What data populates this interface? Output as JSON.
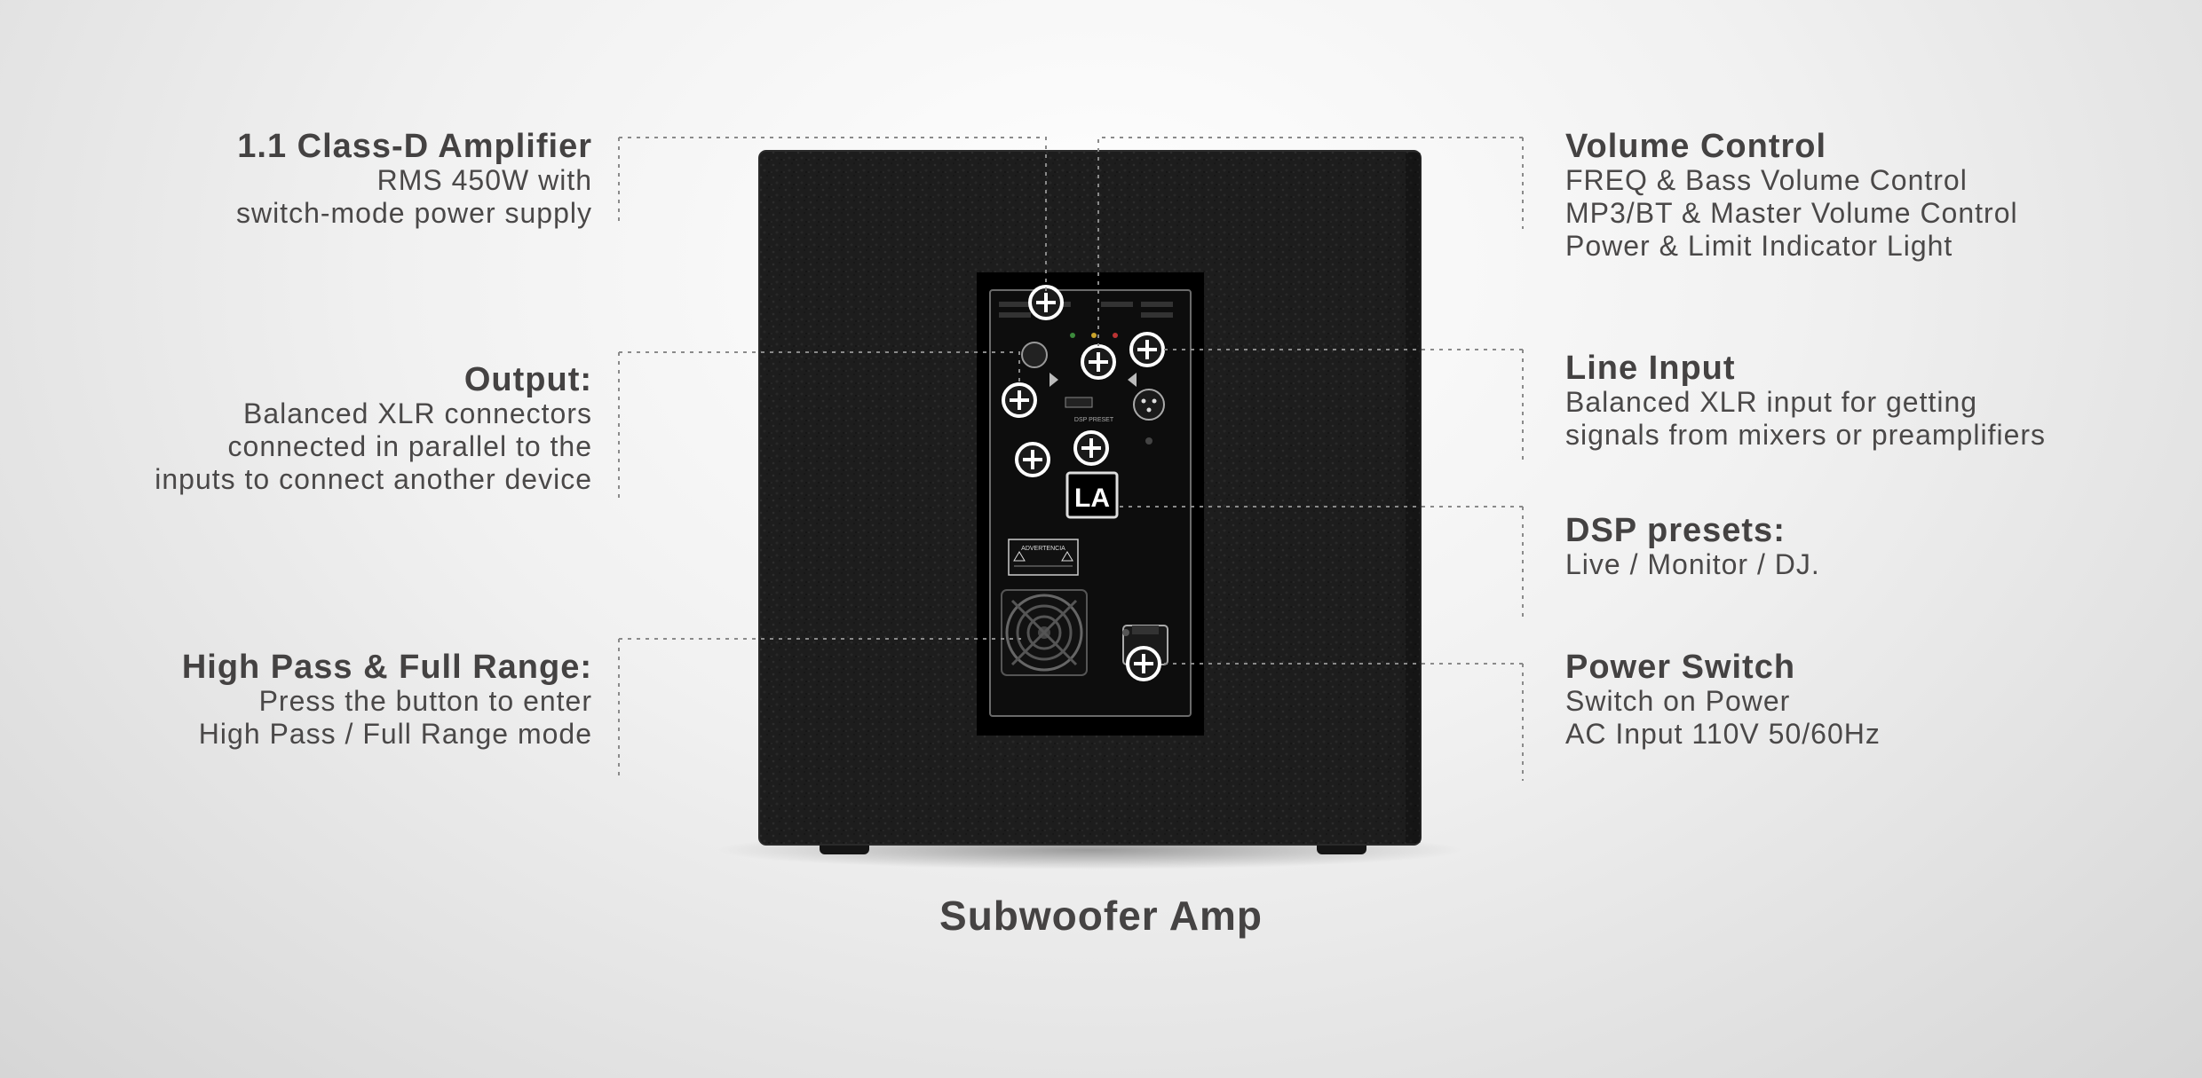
{
  "features_left": [
    {
      "title": "1.1 Class-D Amplifier",
      "lines": [
        "RMS 450W with",
        "switch-mode power supply"
      ]
    },
    {
      "title": "Output:",
      "lines": [
        "Balanced XLR connectors",
        "connected in parallel to the",
        "inputs to connect another device"
      ]
    },
    {
      "title": "High Pass & Full Range:",
      "lines": [
        "Press the button to enter",
        "High Pass / Full Range mode"
      ]
    }
  ],
  "features_right": [
    {
      "title": "Volume Control",
      "lines": [
        "FREQ & Bass Volume Control",
        "MP3/BT & Master Volume Control",
        "Power & Limit Indicator Light"
      ]
    },
    {
      "title": "Line Input",
      "lines": [
        "Balanced XLR input for getting",
        "signals from mixers or preamplifiers"
      ]
    },
    {
      "title": "DSP presets:",
      "lines": [
        "Live / Monitor / DJ."
      ]
    },
    {
      "title": "Power Switch",
      "lines": [
        "Switch on Power",
        "AC Input 110V 50/60Hz"
      ]
    }
  ],
  "caption": "Subwoofer Amp",
  "panel": {
    "logo": "LA",
    "dsp_label": "DSP PRESET",
    "warning_label": "ADVERTENCIA"
  },
  "colors": {
    "background": "#efefef",
    "text": "#4a4848",
    "cabinet": "#1c1c1c",
    "panel": "#0d0d0d",
    "leader": "#8a8a8a"
  },
  "icons": [
    "plus-circle-marker-icon",
    "cooling-fan-icon",
    "xlr-connector-icon",
    "warning-triangle-icon",
    "la-logo"
  ]
}
